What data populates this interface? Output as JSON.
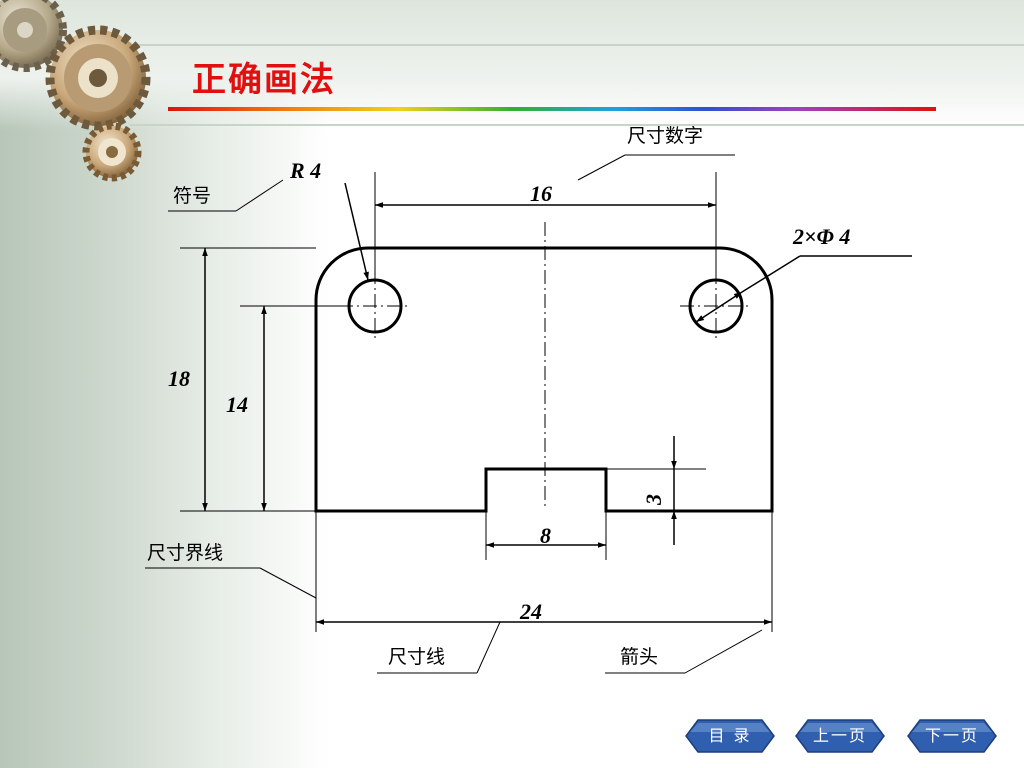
{
  "slide": {
    "title": "正确画法"
  },
  "labels": {
    "dimension_number": "尺寸数字",
    "symbol": "符号",
    "extension_line": "尺寸界线",
    "dimension_line": "尺寸线",
    "arrow": "箭头"
  },
  "dimensions": {
    "radius": "R 4",
    "hole_spacing": "16",
    "holes": "2×Φ 4",
    "height_total": "18",
    "hole_height": "14",
    "slot_depth": "3",
    "slot_width": "8",
    "width_total": "24"
  },
  "nav": {
    "contents": "目  录",
    "prev": "上一页",
    "next": "下一页"
  },
  "colors": {
    "title": "#e01010",
    "nav_button": "#2f5fae"
  }
}
